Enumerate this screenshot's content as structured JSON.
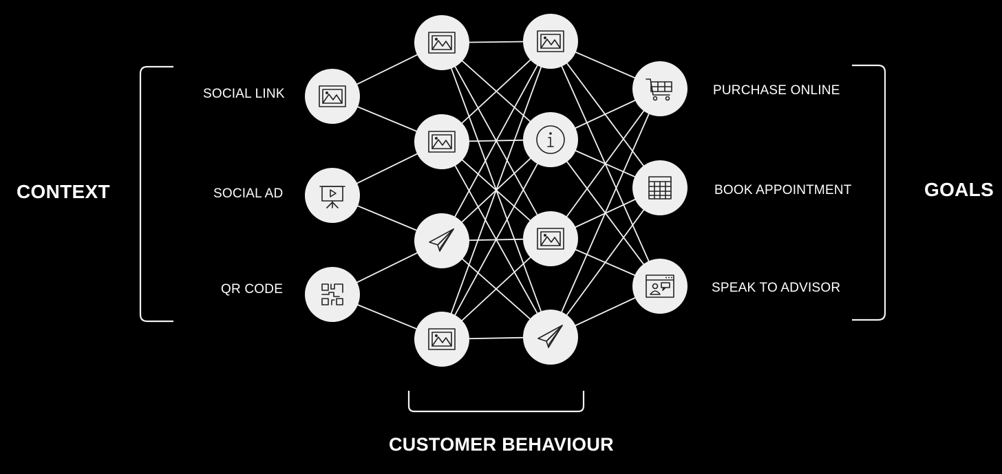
{
  "context": {
    "title": "CONTEXT",
    "items": [
      {
        "label": "SOCIAL LINK",
        "icon": "image-icon"
      },
      {
        "label": "SOCIAL AD",
        "icon": "presentation-board-icon"
      },
      {
        "label": "QR CODE",
        "icon": "qr-code-icon"
      }
    ]
  },
  "behaviour": {
    "title": "CUSTOMER BEHAVIOUR",
    "column_a_icons": [
      "image-icon",
      "image-icon",
      "paper-plane-icon",
      "image-icon"
    ],
    "column_b_icons": [
      "image-icon",
      "info-icon",
      "image-icon",
      "paper-plane-icon"
    ]
  },
  "goals": {
    "title": "GOALS",
    "items": [
      {
        "label": "PURCHASE ONLINE",
        "icon": "shopping-cart-icon"
      },
      {
        "label": "BOOK APPOINTMENT",
        "icon": "calendar-icon"
      },
      {
        "label": "SPEAK TO ADVISOR",
        "icon": "chat-window-icon"
      }
    ]
  },
  "colors": {
    "background": "#000000",
    "node": "#efefef",
    "line": "#f2f2f2",
    "icon": "#222222"
  }
}
